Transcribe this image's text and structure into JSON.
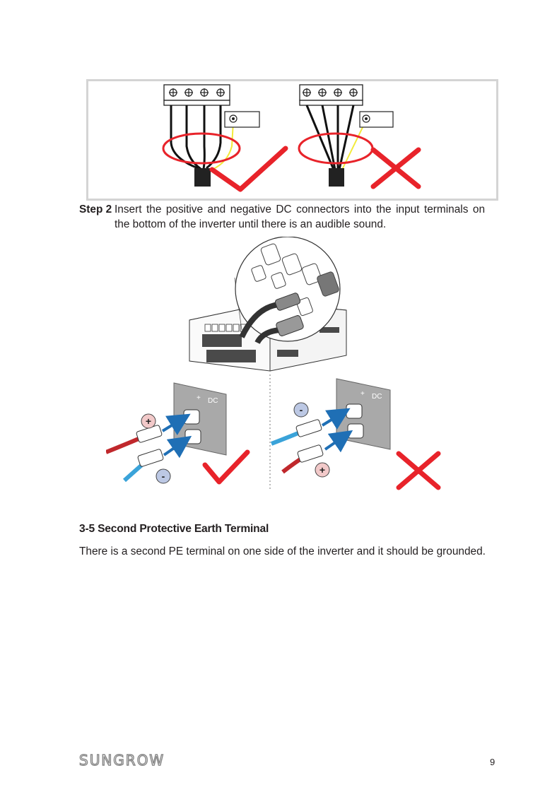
{
  "step": {
    "label": "Step 2",
    "text": "Insert the positive and negative DC connectors into the input terminals on the bottom of the inverter until there is an audible sound."
  },
  "section": {
    "heading": "3-5 Second Protective Earth Terminal",
    "body": "There is a second PE terminal on one side of the inverter and it should be grounded."
  },
  "figures": {
    "dc_panel_label": "DC",
    "plus_symbol": "+",
    "minus_symbol": "-"
  },
  "colors": {
    "correct_mark": "#e8232a",
    "wrong_mark": "#e8232a",
    "positive_badge": "#f2c9c9",
    "negative_badge": "#bcc8e4",
    "arrow_blue": "#1f6fb5",
    "red_cable": "#c0282c",
    "blue_cable": "#3aa3d9",
    "earth_wire": "#f2ea3a"
  },
  "footer": {
    "logo_text": "SUNGROW",
    "page_number": "9"
  }
}
